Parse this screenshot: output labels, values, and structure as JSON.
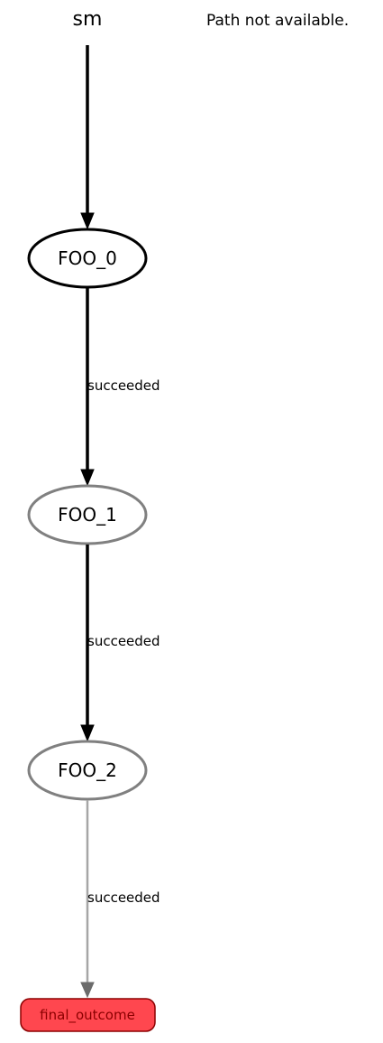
{
  "graph": {
    "title": "sm",
    "status_message": "Path not available.",
    "nodes": [
      {
        "id": "FOO_0",
        "label": "FOO_0",
        "active": true
      },
      {
        "id": "FOO_1",
        "label": "FOO_1",
        "active": false
      },
      {
        "id": "FOO_2",
        "label": "FOO_2",
        "active": false
      }
    ],
    "edges": [
      {
        "label": "succeeded"
      },
      {
        "label": "succeeded"
      },
      {
        "label": "succeeded"
      }
    ],
    "outcome": {
      "label": "final_outcome"
    }
  },
  "colors": {
    "active_stroke": "#000000",
    "inactive_stroke": "#808080",
    "final_edge": "#a6a6a6",
    "final_arrow": "#6b6b6b",
    "outcome_fill": "#ff474f",
    "outcome_stroke": "#8b0000",
    "outcome_text": "#8b0000"
  }
}
